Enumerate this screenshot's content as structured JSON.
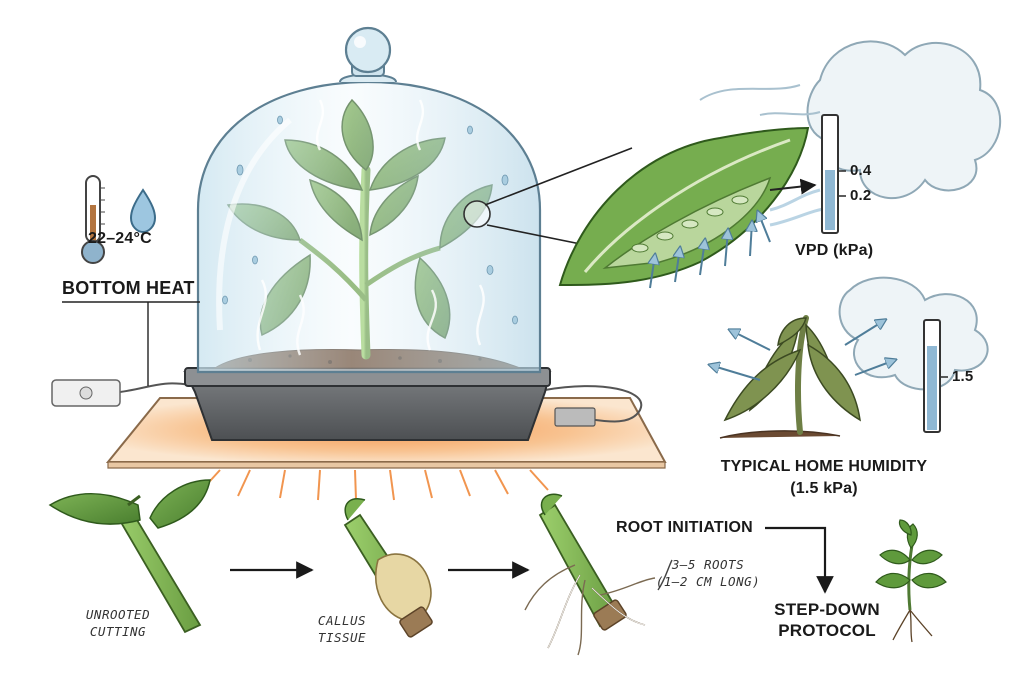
{
  "heat": {
    "temperature": "22–24°C",
    "label": "BOTTOM HEAT"
  },
  "vpd": {
    "ticks": [
      "0.4",
      "0.2"
    ],
    "label": "VPD (kPa)",
    "gauge_fill_fraction": 0.55
  },
  "home": {
    "gauge_value": "1.5",
    "label_line1": "TYPICAL HOME HUMIDITY",
    "label_line2": "(1.5 kPa)",
    "gauge_fill_fraction": 0.75
  },
  "stages": {
    "unrooted_line1": "UNROOTED",
    "unrooted_line2": "CUTTING",
    "callus_line1": "CALLUS",
    "callus_line2": "TISSUE",
    "root_initiation": "ROOT INITIATION",
    "roots_line1": "3–5 ROOTS",
    "roots_line2": "(1–2 CM LONG)",
    "stepdown_line1": "STEP-DOWN",
    "stepdown_line2": "PROTOCOL"
  },
  "colors": {
    "leaf": "#5f9a3c",
    "glass": "#bcd9e6",
    "heat_mat": "#f3b07a",
    "water": "#8fb8d4"
  }
}
